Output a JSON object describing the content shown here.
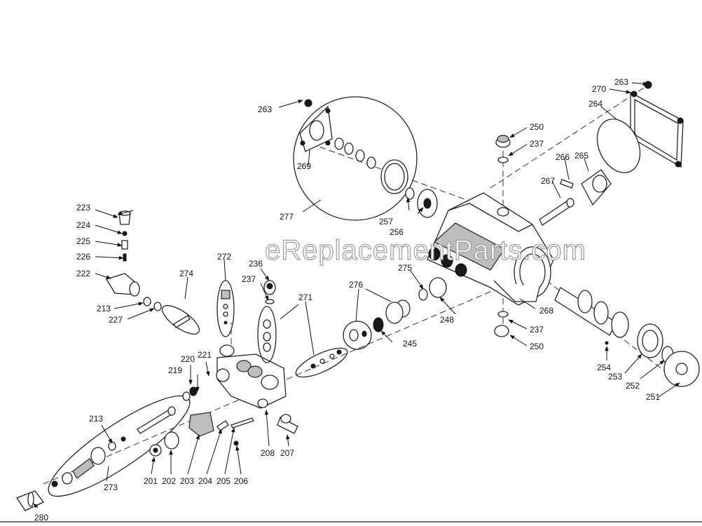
{
  "watermark": "eReplacementParts.com",
  "part_labels": {
    "p201": "201",
    "p202": "202",
    "p203": "203",
    "p204": "204",
    "p205": "205",
    "p206": "206",
    "p207": "207",
    "p208": "208",
    "p213a": "213",
    "p213b": "213",
    "p219": "219",
    "p220": "220",
    "p221": "221",
    "p222": "222",
    "p223": "223",
    "p224": "224",
    "p225": "225",
    "p226": "226",
    "p227": "227",
    "p236": "236",
    "p237a": "237",
    "p237b": "237",
    "p237c": "237",
    "p245": "245",
    "p248": "248",
    "p250a": "250",
    "p250b": "250",
    "p251": "251",
    "p252": "252",
    "p253": "253",
    "p254": "254",
    "p256": "256",
    "p257": "257",
    "p263a": "263",
    "p263b": "263",
    "p264": "264",
    "p265": "265",
    "p266": "266",
    "p267": "267",
    "p268": "268",
    "p269": "269",
    "p270": "270",
    "p271": "271",
    "p272": "272",
    "p273": "273",
    "p274": "274",
    "p275": "275",
    "p276": "276",
    "p277": "277",
    "p280": "280"
  }
}
